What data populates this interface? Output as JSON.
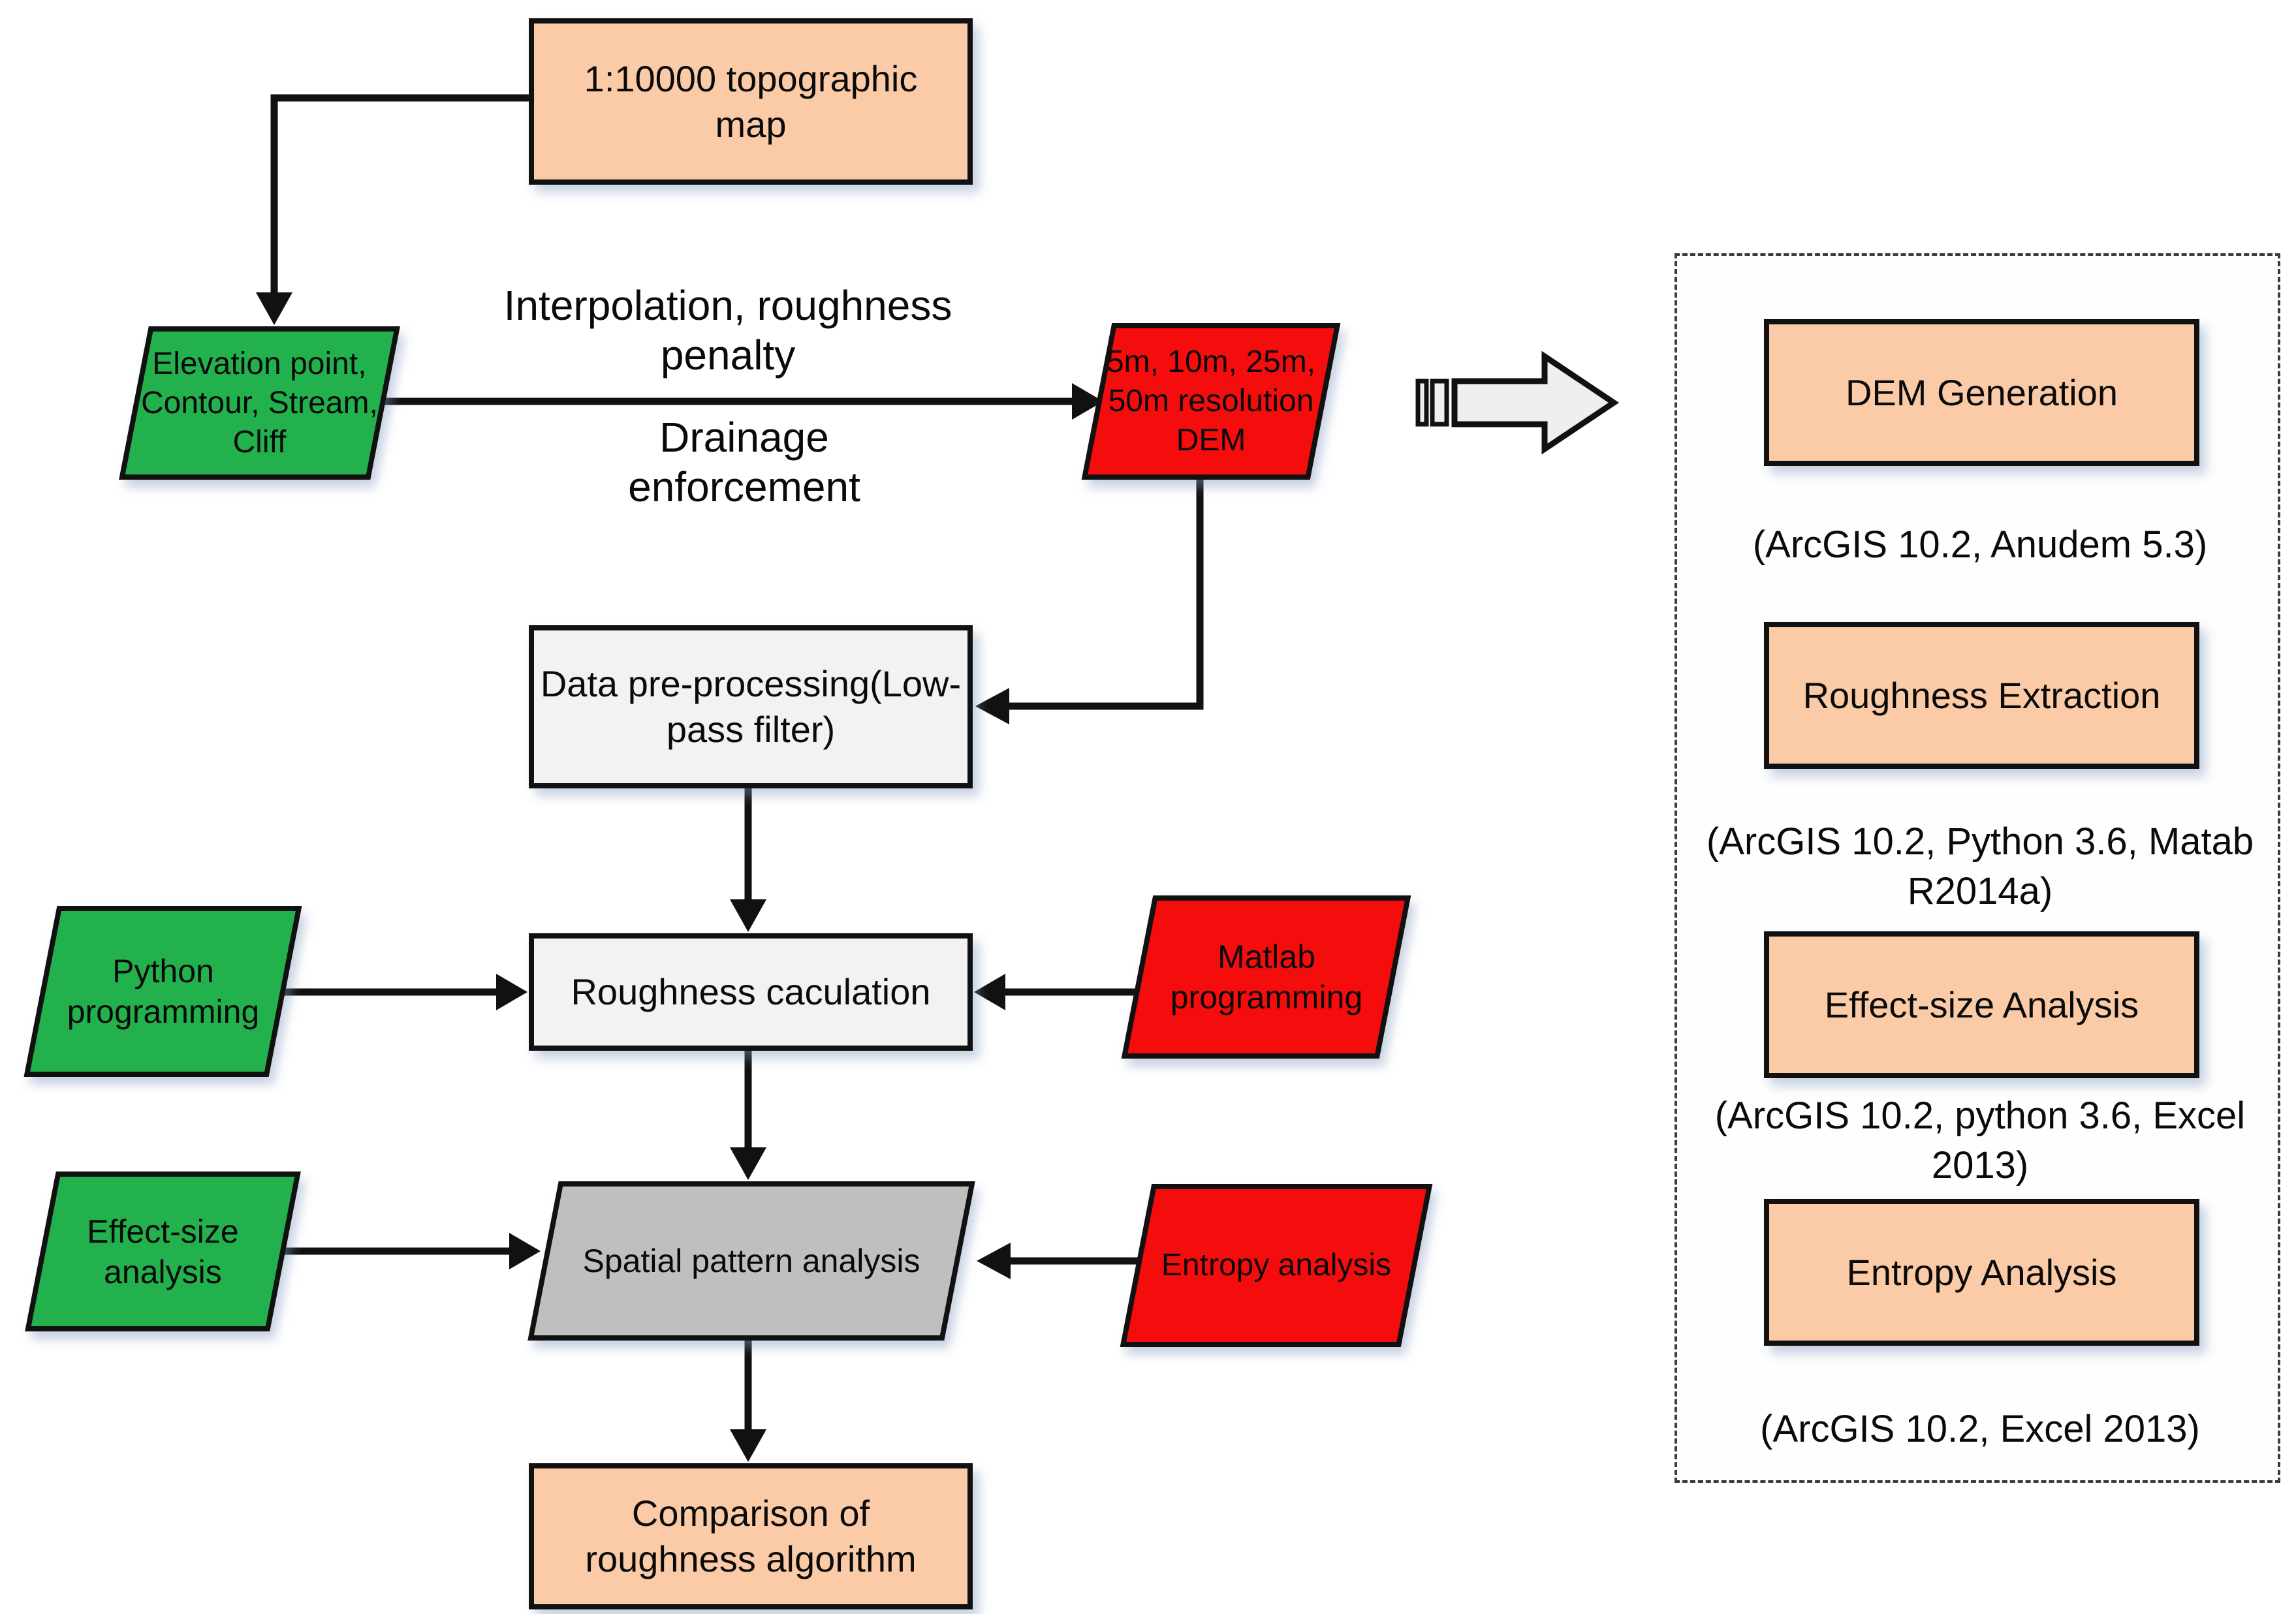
{
  "diagram": {
    "nodes": {
      "topo_map": {
        "label": "1:10000 topographic map"
      },
      "vector_inputs": {
        "label": "Elevation point, Contour, Stream, Cliff"
      },
      "dem": {
        "label": "5m, 10m, 25m, 50m resolution DEM"
      },
      "preprocessing": {
        "label": "Data pre-processing(Low-pass filter)"
      },
      "python": {
        "label": "Python programming"
      },
      "roughness_calc": {
        "label": "Roughness caculation"
      },
      "matlab": {
        "label": "Matlab programming"
      },
      "effect_size": {
        "label": "Effect-size analysis"
      },
      "spatial_pattern": {
        "label": "Spatial pattern analysis"
      },
      "entropy": {
        "label": "Entropy analysis"
      },
      "comparison": {
        "label": "Comparison of roughness algorithm"
      }
    },
    "flow_labels": {
      "interpolation": "Interpolation, roughness penalty",
      "drainage": "Drainage enforcement"
    },
    "panel": {
      "sections": [
        {
          "title": "DEM Generation",
          "tools": "(ArcGIS 10.2, Anudem 5.3)"
        },
        {
          "title": "Roughness Extraction",
          "tools": "(ArcGIS 10.2, Python 3.6, Matab R2014a)"
        },
        {
          "title": "Effect-size Analysis",
          "tools": "(ArcGIS 10.2, python 3.6, Excel 2013)"
        },
        {
          "title": "Entropy Analysis",
          "tools": "(ArcGIS 10.2, Excel 2013)"
        }
      ]
    },
    "colors": {
      "peach": "#FACBA6",
      "green": "#22B14C",
      "red": "#F50D0D",
      "light_gray": "#F2F2F2",
      "mid_gray": "#BFBFBF",
      "outline": "#111111"
    }
  }
}
